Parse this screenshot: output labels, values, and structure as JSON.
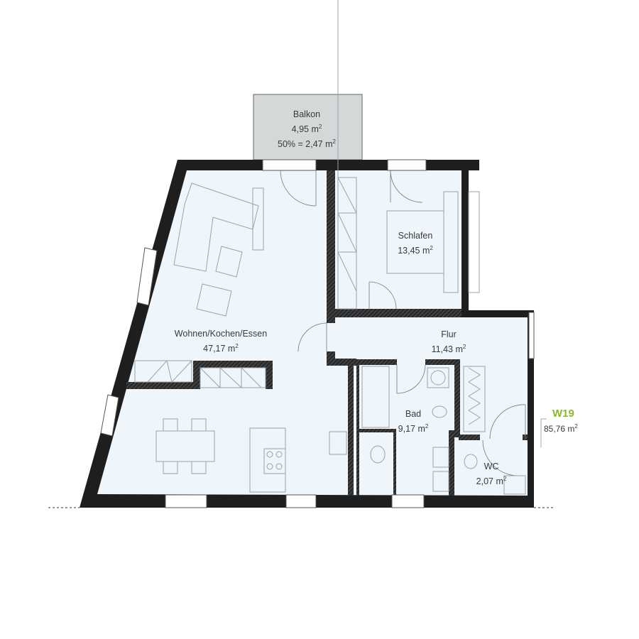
{
  "unit_label": "m²",
  "colors": {
    "room_fill": "#eef5fb",
    "balcony_fill": "#d4d8d9",
    "wall": "#1e1e1e",
    "accent": "#8ab82a",
    "furniture": "#9aa3aa"
  },
  "rooms": {
    "balkon": {
      "name": "Balkon",
      "area": "4,95 m",
      "share": "50% = 2,47 m"
    },
    "wohnen": {
      "name": "Wohnen/Kochen/Essen",
      "area": "47,17 m"
    },
    "schlafen": {
      "name": "Schlafen",
      "area": "13,45 m"
    },
    "flur": {
      "name": "Flur",
      "area": "11,43 m"
    },
    "bad": {
      "name": "Bad",
      "area": "9,17 m"
    },
    "wc": {
      "name": "WC",
      "area": "2,07 m"
    }
  },
  "unit": {
    "id": "W19",
    "total_area": "85,76 m"
  },
  "sup": "2"
}
